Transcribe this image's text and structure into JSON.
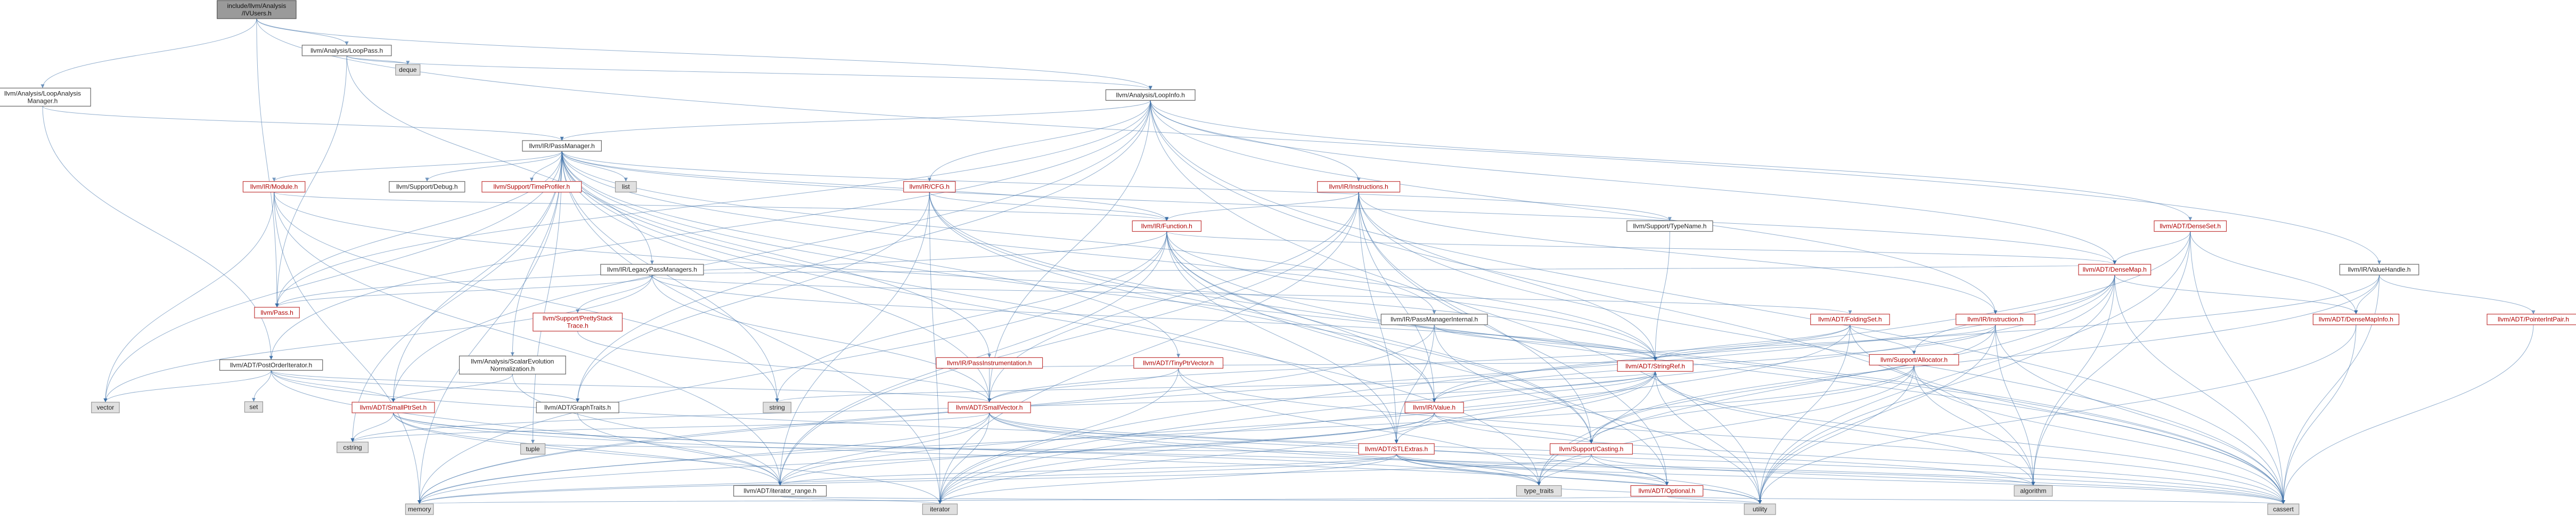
{
  "root": {
    "lines": [
      "include/llvm/Analysis",
      "/IVUsers.h"
    ]
  },
  "nodes": [
    {
      "id": "root",
      "lines": [
        "include/llvm/Analysis",
        "/IVUsers.h"
      ],
      "style": "root"
    },
    {
      "id": "looppass",
      "lines": [
        "llvm/Analysis/LoopPass.h"
      ],
      "style": "plain"
    },
    {
      "id": "deque",
      "lines": [
        "deque"
      ],
      "style": "gray"
    },
    {
      "id": "lam",
      "lines": [
        "llvm/Analysis/LoopAnalysis",
        "Manager.h"
      ],
      "style": "plain"
    },
    {
      "id": "loopinfo",
      "lines": [
        "llvm/Analysis/LoopInfo.h"
      ],
      "style": "plain"
    },
    {
      "id": "passmanager",
      "lines": [
        "llvm/IR/PassManager.h"
      ],
      "style": "plain"
    },
    {
      "id": "module",
      "lines": [
        "llvm/IR/Module.h"
      ],
      "style": "red"
    },
    {
      "id": "debug",
      "lines": [
        "llvm/Support/Debug.h"
      ],
      "style": "plain"
    },
    {
      "id": "timeprof",
      "lines": [
        "llvm/Support/TimeProfiler.h"
      ],
      "style": "red"
    },
    {
      "id": "list",
      "lines": [
        "list"
      ],
      "style": "gray"
    },
    {
      "id": "cfg",
      "lines": [
        "llvm/IR/CFG.h"
      ],
      "style": "red"
    },
    {
      "id": "instructions",
      "lines": [
        "llvm/IR/Instructions.h"
      ],
      "style": "red"
    },
    {
      "id": "function",
      "lines": [
        "llvm/IR/Function.h"
      ],
      "style": "red"
    },
    {
      "id": "typename",
      "lines": [
        "llvm/Support/TypeName.h"
      ],
      "style": "plain"
    },
    {
      "id": "legacypm",
      "lines": [
        "llvm/IR/LegacyPassManagers.h"
      ],
      "style": "plain"
    },
    {
      "id": "pass",
      "lines": [
        "llvm/Pass.h"
      ],
      "style": "red"
    },
    {
      "id": "prettystack",
      "lines": [
        "llvm/Support/PrettyStack",
        "Trace.h"
      ],
      "style": "red"
    },
    {
      "id": "densemap",
      "lines": [
        "llvm/ADT/DenseMap.h"
      ],
      "style": "red"
    },
    {
      "id": "denseset",
      "lines": [
        "llvm/ADT/DenseSet.h"
      ],
      "style": "red"
    },
    {
      "id": "valuehandle",
      "lines": [
        "llvm/IR/ValueHandle.h"
      ],
      "style": "plain"
    },
    {
      "id": "pmi",
      "lines": [
        "llvm/IR/PassManagerInternal.h"
      ],
      "style": "plain"
    },
    {
      "id": "foldingset",
      "lines": [
        "llvm/ADT/FoldingSet.h"
      ],
      "style": "red"
    },
    {
      "id": "instruction",
      "lines": [
        "llvm/IR/Instruction.h"
      ],
      "style": "red"
    },
    {
      "id": "densemapinfo",
      "lines": [
        "llvm/ADT/DenseMapInfo.h"
      ],
      "style": "red"
    },
    {
      "id": "pointerintpair",
      "lines": [
        "llvm/ADT/PointerIntPair.h"
      ],
      "style": "red"
    },
    {
      "id": "postorder",
      "lines": [
        "llvm/ADT/PostOrderIterator.h"
      ],
      "style": "plain"
    },
    {
      "id": "scalarevo",
      "lines": [
        "llvm/Analysis/ScalarEvolution",
        "Normalization.h"
      ],
      "style": "plain"
    },
    {
      "id": "passinstr",
      "lines": [
        "llvm/IR/PassInstrumentation.h"
      ],
      "style": "red"
    },
    {
      "id": "tinyptr",
      "lines": [
        "llvm/ADT/TinyPtrVector.h"
      ],
      "style": "red"
    },
    {
      "id": "stringref",
      "lines": [
        "llvm/ADT/StringRef.h"
      ],
      "style": "red"
    },
    {
      "id": "allocator",
      "lines": [
        "llvm/Support/Allocator.h"
      ],
      "style": "red"
    },
    {
      "id": "set",
      "lines": [
        "set"
      ],
      "style": "gray"
    },
    {
      "id": "vector",
      "lines": [
        "vector"
      ],
      "style": "gray"
    },
    {
      "id": "smallptrset",
      "lines": [
        "llvm/ADT/SmallPtrSet.h"
      ],
      "style": "red"
    },
    {
      "id": "graphtraits",
      "lines": [
        "llvm/ADT/GraphTraits.h"
      ],
      "style": "plain"
    },
    {
      "id": "string",
      "lines": [
        "string"
      ],
      "style": "gray"
    },
    {
      "id": "smallvector",
      "lines": [
        "llvm/ADT/SmallVector.h"
      ],
      "style": "red"
    },
    {
      "id": "value",
      "lines": [
        "llvm/IR/Value.h"
      ],
      "style": "red"
    },
    {
      "id": "stlextras",
      "lines": [
        "llvm/ADT/STLExtras.h"
      ],
      "style": "red"
    },
    {
      "id": "casting",
      "lines": [
        "llvm/Support/Casting.h"
      ],
      "style": "red"
    },
    {
      "id": "cstring",
      "lines": [
        "cstring"
      ],
      "style": "gray"
    },
    {
      "id": "tuple",
      "lines": [
        "tuple"
      ],
      "style": "gray"
    },
    {
      "id": "iterrange",
      "lines": [
        "llvm/ADT/iterator_range.h"
      ],
      "style": "plain"
    },
    {
      "id": "typetraits",
      "lines": [
        "type_traits"
      ],
      "style": "gray"
    },
    {
      "id": "optional",
      "lines": [
        "llvm/ADT/Optional.h"
      ],
      "style": "red"
    },
    {
      "id": "algorithm",
      "lines": [
        "algorithm"
      ],
      "style": "gray"
    },
    {
      "id": "memory",
      "lines": [
        "memory"
      ],
      "style": "gray"
    },
    {
      "id": "iterator",
      "lines": [
        "iterator"
      ],
      "style": "gray"
    },
    {
      "id": "utility",
      "lines": [
        "utility"
      ],
      "style": "gray"
    },
    {
      "id": "cassert",
      "lines": [
        "cassert"
      ],
      "style": "gray"
    }
  ],
  "edges": [
    [
      "root",
      "looppass"
    ],
    [
      "root",
      "lam"
    ],
    [
      "root",
      "valuehandle"
    ],
    [
      "root",
      "pass"
    ],
    [
      "root",
      "loopinfo"
    ],
    [
      "looppass",
      "deque"
    ],
    [
      "looppass",
      "loopinfo"
    ],
    [
      "looppass",
      "legacypm"
    ],
    [
      "looppass",
      "pass"
    ],
    [
      "lam",
      "passmanager"
    ],
    [
      "lam",
      "postorder"
    ],
    [
      "loopinfo",
      "passmanager"
    ],
    [
      "loopinfo",
      "cfg"
    ],
    [
      "loopinfo",
      "instructions"
    ],
    [
      "loopinfo",
      "densemap"
    ],
    [
      "loopinfo",
      "denseset"
    ],
    [
      "loopinfo",
      "smallptrset"
    ],
    [
      "loopinfo",
      "instruction"
    ],
    [
      "loopinfo",
      "pass"
    ],
    [
      "loopinfo",
      "graphtraits"
    ],
    [
      "loopinfo",
      "algorithm"
    ],
    [
      "loopinfo",
      "utility"
    ],
    [
      "loopinfo",
      "cassert"
    ],
    [
      "loopinfo",
      "smallvector"
    ],
    [
      "loopinfo",
      "postorder"
    ],
    [
      "passmanager",
      "module"
    ],
    [
      "passmanager",
      "debug"
    ],
    [
      "passmanager",
      "timeprof"
    ],
    [
      "passmanager",
      "list"
    ],
    [
      "passmanager",
      "function"
    ],
    [
      "passmanager",
      "typename"
    ],
    [
      "passmanager",
      "pmi"
    ],
    [
      "passmanager",
      "passinstr"
    ],
    [
      "passmanager",
      "densemap"
    ],
    [
      "passmanager",
      "stringref"
    ],
    [
      "passmanager",
      "tinyptr"
    ],
    [
      "passmanager",
      "smallptrset"
    ],
    [
      "passmanager",
      "stlextras"
    ],
    [
      "passmanager",
      "vector"
    ],
    [
      "passmanager",
      "memory"
    ],
    [
      "passmanager",
      "iterator"
    ],
    [
      "passmanager",
      "cassert"
    ],
    [
      "passmanager",
      "tuple"
    ],
    [
      "passmanager",
      "cstring"
    ],
    [
      "passmanager",
      "pass"
    ],
    [
      "passmanager",
      "string"
    ],
    [
      "passmanager",
      "smallvector"
    ],
    [
      "passmanager",
      "typetraits"
    ],
    [
      "passmanager",
      "scalarevo"
    ],
    [
      "module",
      "function"
    ],
    [
      "module",
      "stringref"
    ],
    [
      "module",
      "memory"
    ],
    [
      "module",
      "string"
    ],
    [
      "module",
      "vector"
    ],
    [
      "module",
      "iterrange"
    ],
    [
      "module",
      "cstddef"
    ],
    [
      "cfg",
      "function"
    ],
    [
      "cfg",
      "value"
    ],
    [
      "cfg",
      "graphtraits"
    ],
    [
      "cfg",
      "casting"
    ],
    [
      "cfg",
      "iterrange"
    ],
    [
      "cfg",
      "iterator"
    ],
    [
      "cfg",
      "cassert"
    ],
    [
      "instructions",
      "function"
    ],
    [
      "instructions",
      "instruction"
    ],
    [
      "instructions",
      "value"
    ],
    [
      "instructions",
      "stringref"
    ],
    [
      "instructions",
      "stlextras"
    ],
    [
      "instructions",
      "casting"
    ],
    [
      "instructions",
      "iterrange"
    ],
    [
      "instructions",
      "optional"
    ],
    [
      "instructions",
      "cassert"
    ],
    [
      "instructions",
      "iterator"
    ],
    [
      "instructions",
      "smallvector"
    ],
    [
      "function",
      "value"
    ],
    [
      "function",
      "stringref"
    ],
    [
      "function",
      "densemap"
    ],
    [
      "function",
      "casting"
    ],
    [
      "function",
      "stlextras"
    ],
    [
      "function",
      "iterrange"
    ],
    [
      "function",
      "memory"
    ],
    [
      "function",
      "string"
    ],
    [
      "function",
      "cassert"
    ],
    [
      "function",
      "optional"
    ],
    [
      "function",
      "pass"
    ],
    [
      "typename",
      "stringref"
    ],
    [
      "legacypm",
      "pass"
    ],
    [
      "legacypm",
      "prettystack"
    ],
    [
      "legacypm",
      "densemap"
    ],
    [
      "legacypm",
      "foldingset"
    ],
    [
      "legacypm",
      "smallvector"
    ],
    [
      "legacypm",
      "vector"
    ],
    [
      "legacypm",
      "stringref"
    ],
    [
      "prettystack",
      "smallvector"
    ],
    [
      "densemap",
      "densemapinfo"
    ],
    [
      "densemap",
      "memory"
    ],
    [
      "densemap",
      "algorithm"
    ],
    [
      "densemap",
      "utility"
    ],
    [
      "densemap",
      "cassert"
    ],
    [
      "densemap",
      "iterator"
    ],
    [
      "densemap",
      "typetraits"
    ],
    [
      "densemap",
      "allocator"
    ],
    [
      "denseset",
      "densemap"
    ],
    [
      "denseset",
      "densemapinfo"
    ],
    [
      "denseset",
      "utility"
    ],
    [
      "denseset",
      "cassert"
    ],
    [
      "denseset",
      "algorithm"
    ],
    [
      "denseset",
      "iterator"
    ],
    [
      "valuehandle",
      "densemapinfo"
    ],
    [
      "valuehandle",
      "pointerintpair"
    ],
    [
      "valuehandle",
      "value"
    ],
    [
      "valuehandle",
      "casting"
    ],
    [
      "valuehandle",
      "cassert"
    ],
    [
      "pmi",
      "stringref"
    ],
    [
      "pmi",
      "stlextras"
    ],
    [
      "pmi",
      "memory"
    ],
    [
      "pmi",
      "utility"
    ],
    [
      "foldingset",
      "smallvector"
    ],
    [
      "foldingset",
      "stringref"
    ],
    [
      "foldingset",
      "allocator"
    ],
    [
      "foldingset",
      "iterator"
    ],
    [
      "foldingset",
      "cassert"
    ],
    [
      "foldingset",
      "utility"
    ],
    [
      "instruction",
      "value"
    ],
    [
      "instruction",
      "stringref"
    ],
    [
      "instruction",
      "casting"
    ],
    [
      "instruction",
      "utility"
    ],
    [
      "instruction",
      "cassert"
    ],
    [
      "instruction",
      "algorithm"
    ],
    [
      "densemapinfo",
      "cassert"
    ],
    [
      "densemapinfo",
      "utility"
    ],
    [
      "pointerintpair",
      "cassert"
    ],
    [
      "postorder",
      "smallptrset"
    ],
    [
      "postorder",
      "graphtraits"
    ],
    [
      "postorder",
      "iterrange"
    ],
    [
      "postorder",
      "set"
    ],
    [
      "postorder",
      "vector"
    ],
    [
      "postorder",
      "optional"
    ],
    [
      "postorder",
      "smallvector"
    ],
    [
      "scalarevo",
      "smallptrset"
    ],
    [
      "scalarevo",
      "iterrange"
    ],
    [
      "passinstr",
      "smallvector"
    ],
    [
      "passinstr",
      "stringref"
    ],
    [
      "tinyptr",
      "smallvector"
    ],
    [
      "tinyptr",
      "cassert"
    ],
    [
      "tinyptr",
      "iterator"
    ],
    [
      "tinyptr",
      "typetraits"
    ],
    [
      "stringref",
      "stlextras"
    ],
    [
      "stringref",
      "iterrange"
    ],
    [
      "stringref",
      "algorithm"
    ],
    [
      "stringref",
      "cassert"
    ],
    [
      "stringref",
      "cstring"
    ],
    [
      "stringref",
      "iterator"
    ],
    [
      "stringref",
      "string"
    ],
    [
      "stringref",
      "typetraits"
    ],
    [
      "stringref",
      "utility"
    ],
    [
      "allocator",
      "algorithm"
    ],
    [
      "allocator",
      "cassert"
    ],
    [
      "allocator",
      "utility"
    ],
    [
      "allocator",
      "memory"
    ],
    [
      "allocator",
      "typetraits"
    ],
    [
      "allocator",
      "casting"
    ],
    [
      "smallptrset",
      "typetraits"
    ],
    [
      "smallptrset",
      "utility"
    ],
    [
      "smallptrset",
      "cstring"
    ],
    [
      "smallptrset",
      "cassert"
    ],
    [
      "smallptrset",
      "iterator"
    ],
    [
      "smallptrset",
      "iterrange"
    ],
    [
      "graphtraits",
      "iterrange"
    ],
    [
      "smallvector",
      "iterrange"
    ],
    [
      "smallvector",
      "algorithm"
    ],
    [
      "smallvector",
      "cassert"
    ],
    [
      "smallvector",
      "memory"
    ],
    [
      "smallvector",
      "iterator"
    ],
    [
      "smallvector",
      "utility"
    ],
    [
      "smallvector",
      "typetraits"
    ],
    [
      "smallvector",
      "cstring"
    ],
    [
      "value",
      "stringref"
    ],
    [
      "value",
      "casting"
    ],
    [
      "value",
      "iterrange"
    ],
    [
      "value",
      "cassert"
    ],
    [
      "value",
      "iterator"
    ],
    [
      "value",
      "memory"
    ],
    [
      "stlextras",
      "iterrange"
    ],
    [
      "stlextras",
      "optional"
    ],
    [
      "stlextras",
      "algorithm"
    ],
    [
      "stlextras",
      "cassert"
    ],
    [
      "stlextras",
      "memory"
    ],
    [
      "stlextras",
      "iterator"
    ],
    [
      "stlextras",
      "tuple"
    ],
    [
      "stlextras",
      "utility"
    ],
    [
      "stlextras",
      "typetraits"
    ],
    [
      "casting",
      "typetraits"
    ],
    [
      "casting",
      "memory"
    ],
    [
      "casting",
      "cassert"
    ],
    [
      "casting",
      "optional"
    ],
    [
      "iterrange",
      "utility"
    ],
    [
      "iterrange",
      "iterator"
    ],
    [
      "optional",
      "cassert"
    ],
    [
      "optional",
      "memory"
    ],
    [
      "optional",
      "utility"
    ],
    [
      "optional",
      "typetraits"
    ]
  ]
}
